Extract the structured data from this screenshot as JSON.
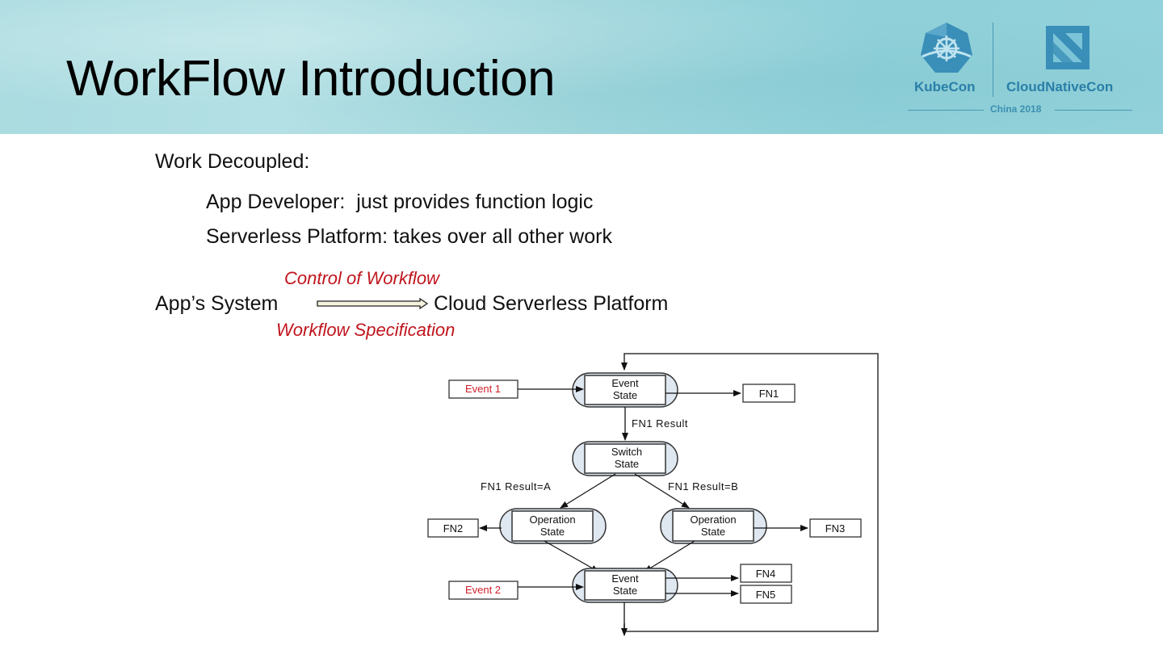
{
  "header": {
    "title": "WorkFlow Introduction",
    "logo": {
      "kubecon": "KubeCon",
      "cloudnativecon": "CloudNativeCon",
      "event": "China 2018"
    }
  },
  "content": {
    "heading": "Work Decoupled:",
    "bullets": [
      "App Developer:  just provides function logic",
      "Serverless Platform: takes over all other work"
    ],
    "flow": {
      "source": "App’s System",
      "target": "Cloud Serverless Platform",
      "label_top": "Control of Workflow",
      "label_bottom": "Workflow Specification"
    }
  },
  "diagram": {
    "events": [
      "Event 1",
      "Event 2"
    ],
    "states": [
      {
        "line1": "Event",
        "line2": "State"
      },
      {
        "line1": "Switch",
        "line2": "State"
      },
      {
        "line1": "Operation",
        "line2": "State"
      },
      {
        "line1": "Operation",
        "line2": "State"
      },
      {
        "line1": "Event",
        "line2": "State"
      }
    ],
    "functions": [
      "FN1",
      "FN2",
      "FN3",
      "FN4",
      "FN5"
    ],
    "edge_labels": {
      "fn1_result": "FN1 Result",
      "result_a": "FN1 Result=A",
      "result_b": "FN1 Result=B"
    },
    "colors": {
      "event_text": "#d0202a",
      "state_fill": "#dfe7f0",
      "line": "#222222"
    }
  }
}
